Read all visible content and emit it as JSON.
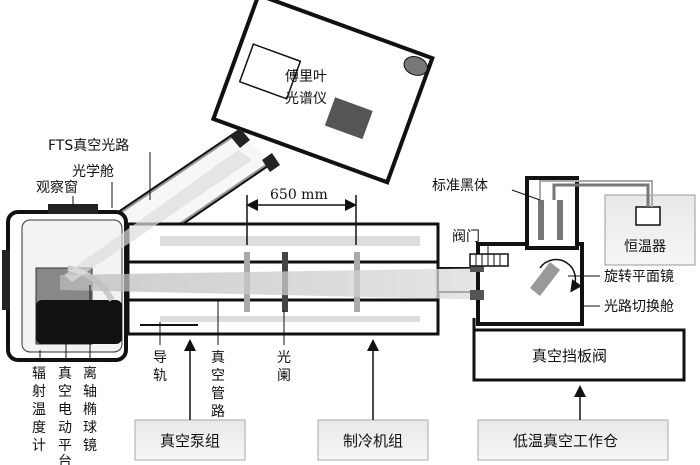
{
  "labels": {
    "fts_spectrometer": [
      "傅里叶",
      "光谱仪"
    ],
    "fts_vacuum_path": "FTS真空光路",
    "optical_cabin": "光学舱",
    "observation_window": "观察窗",
    "dimension": "650 mm",
    "standard_blackbody": "标准黑体",
    "valve": "阀门",
    "thermostat": "恒温器",
    "rotating_mirror": "旋转平面镜",
    "path_switch_cabin": "光路切换舱",
    "vacuum_baffle_valve": "真空挡板阀",
    "radiometer": [
      "辐",
      "射",
      "温",
      "度",
      "计"
    ],
    "vacuum_stage": [
      "真",
      "空",
      "电",
      "动",
      "平",
      "台"
    ],
    "off_axis_mirror": [
      "离",
      "轴",
      "椭",
      "球",
      "镜"
    ],
    "rail": [
      "导",
      "轨"
    ],
    "vacuum_pipe": [
      "真",
      "空",
      "管",
      "路"
    ],
    "aperture": [
      "光",
      "阑"
    ],
    "vacuum_pump": "真空泵组",
    "refrigeration": "制冷机组",
    "low_temp_chamber": "低温真空工作仓"
  }
}
